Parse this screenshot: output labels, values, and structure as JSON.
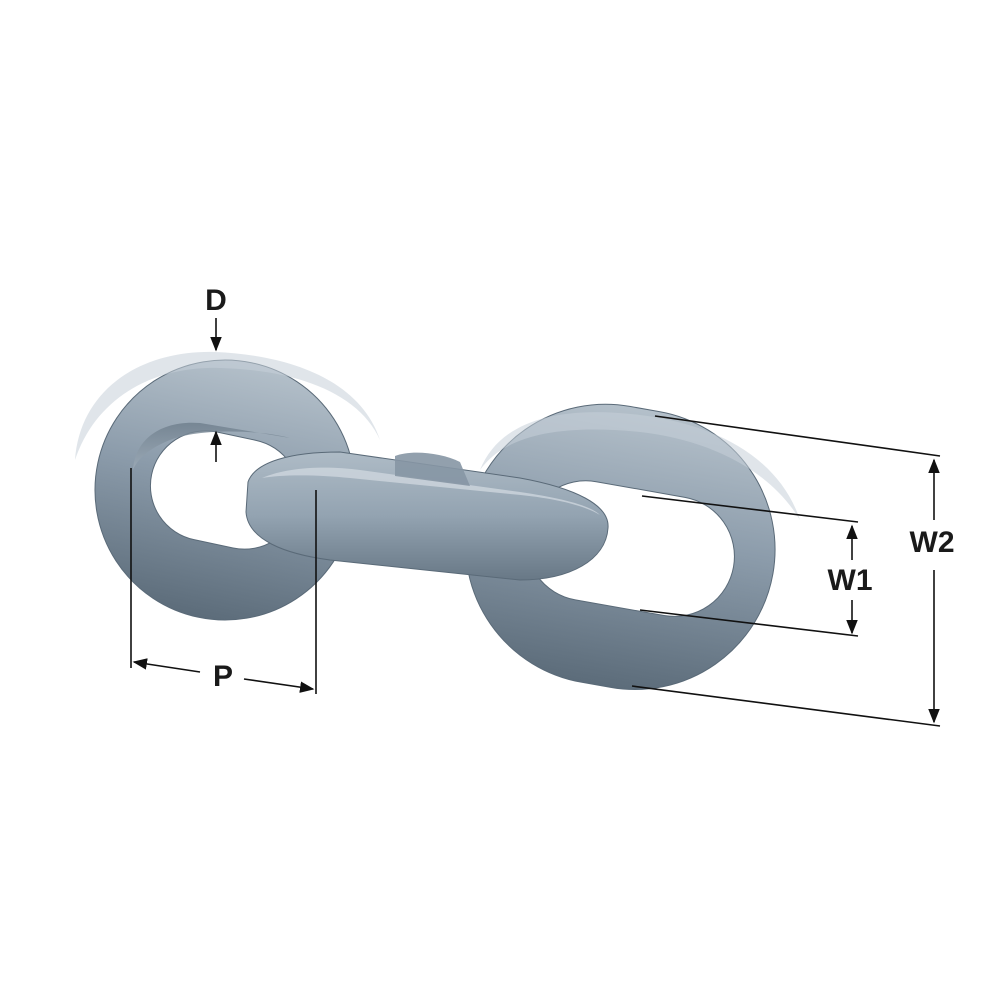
{
  "figure": {
    "labels": {
      "d": "D",
      "p": "P",
      "w1": "W1",
      "w2": "W2"
    },
    "colors": {
      "link_base": "#8a9aa8",
      "link_dark": "#5f6f7c",
      "link_light": "#c2ccd4",
      "dimension_line": "#111111"
    }
  }
}
